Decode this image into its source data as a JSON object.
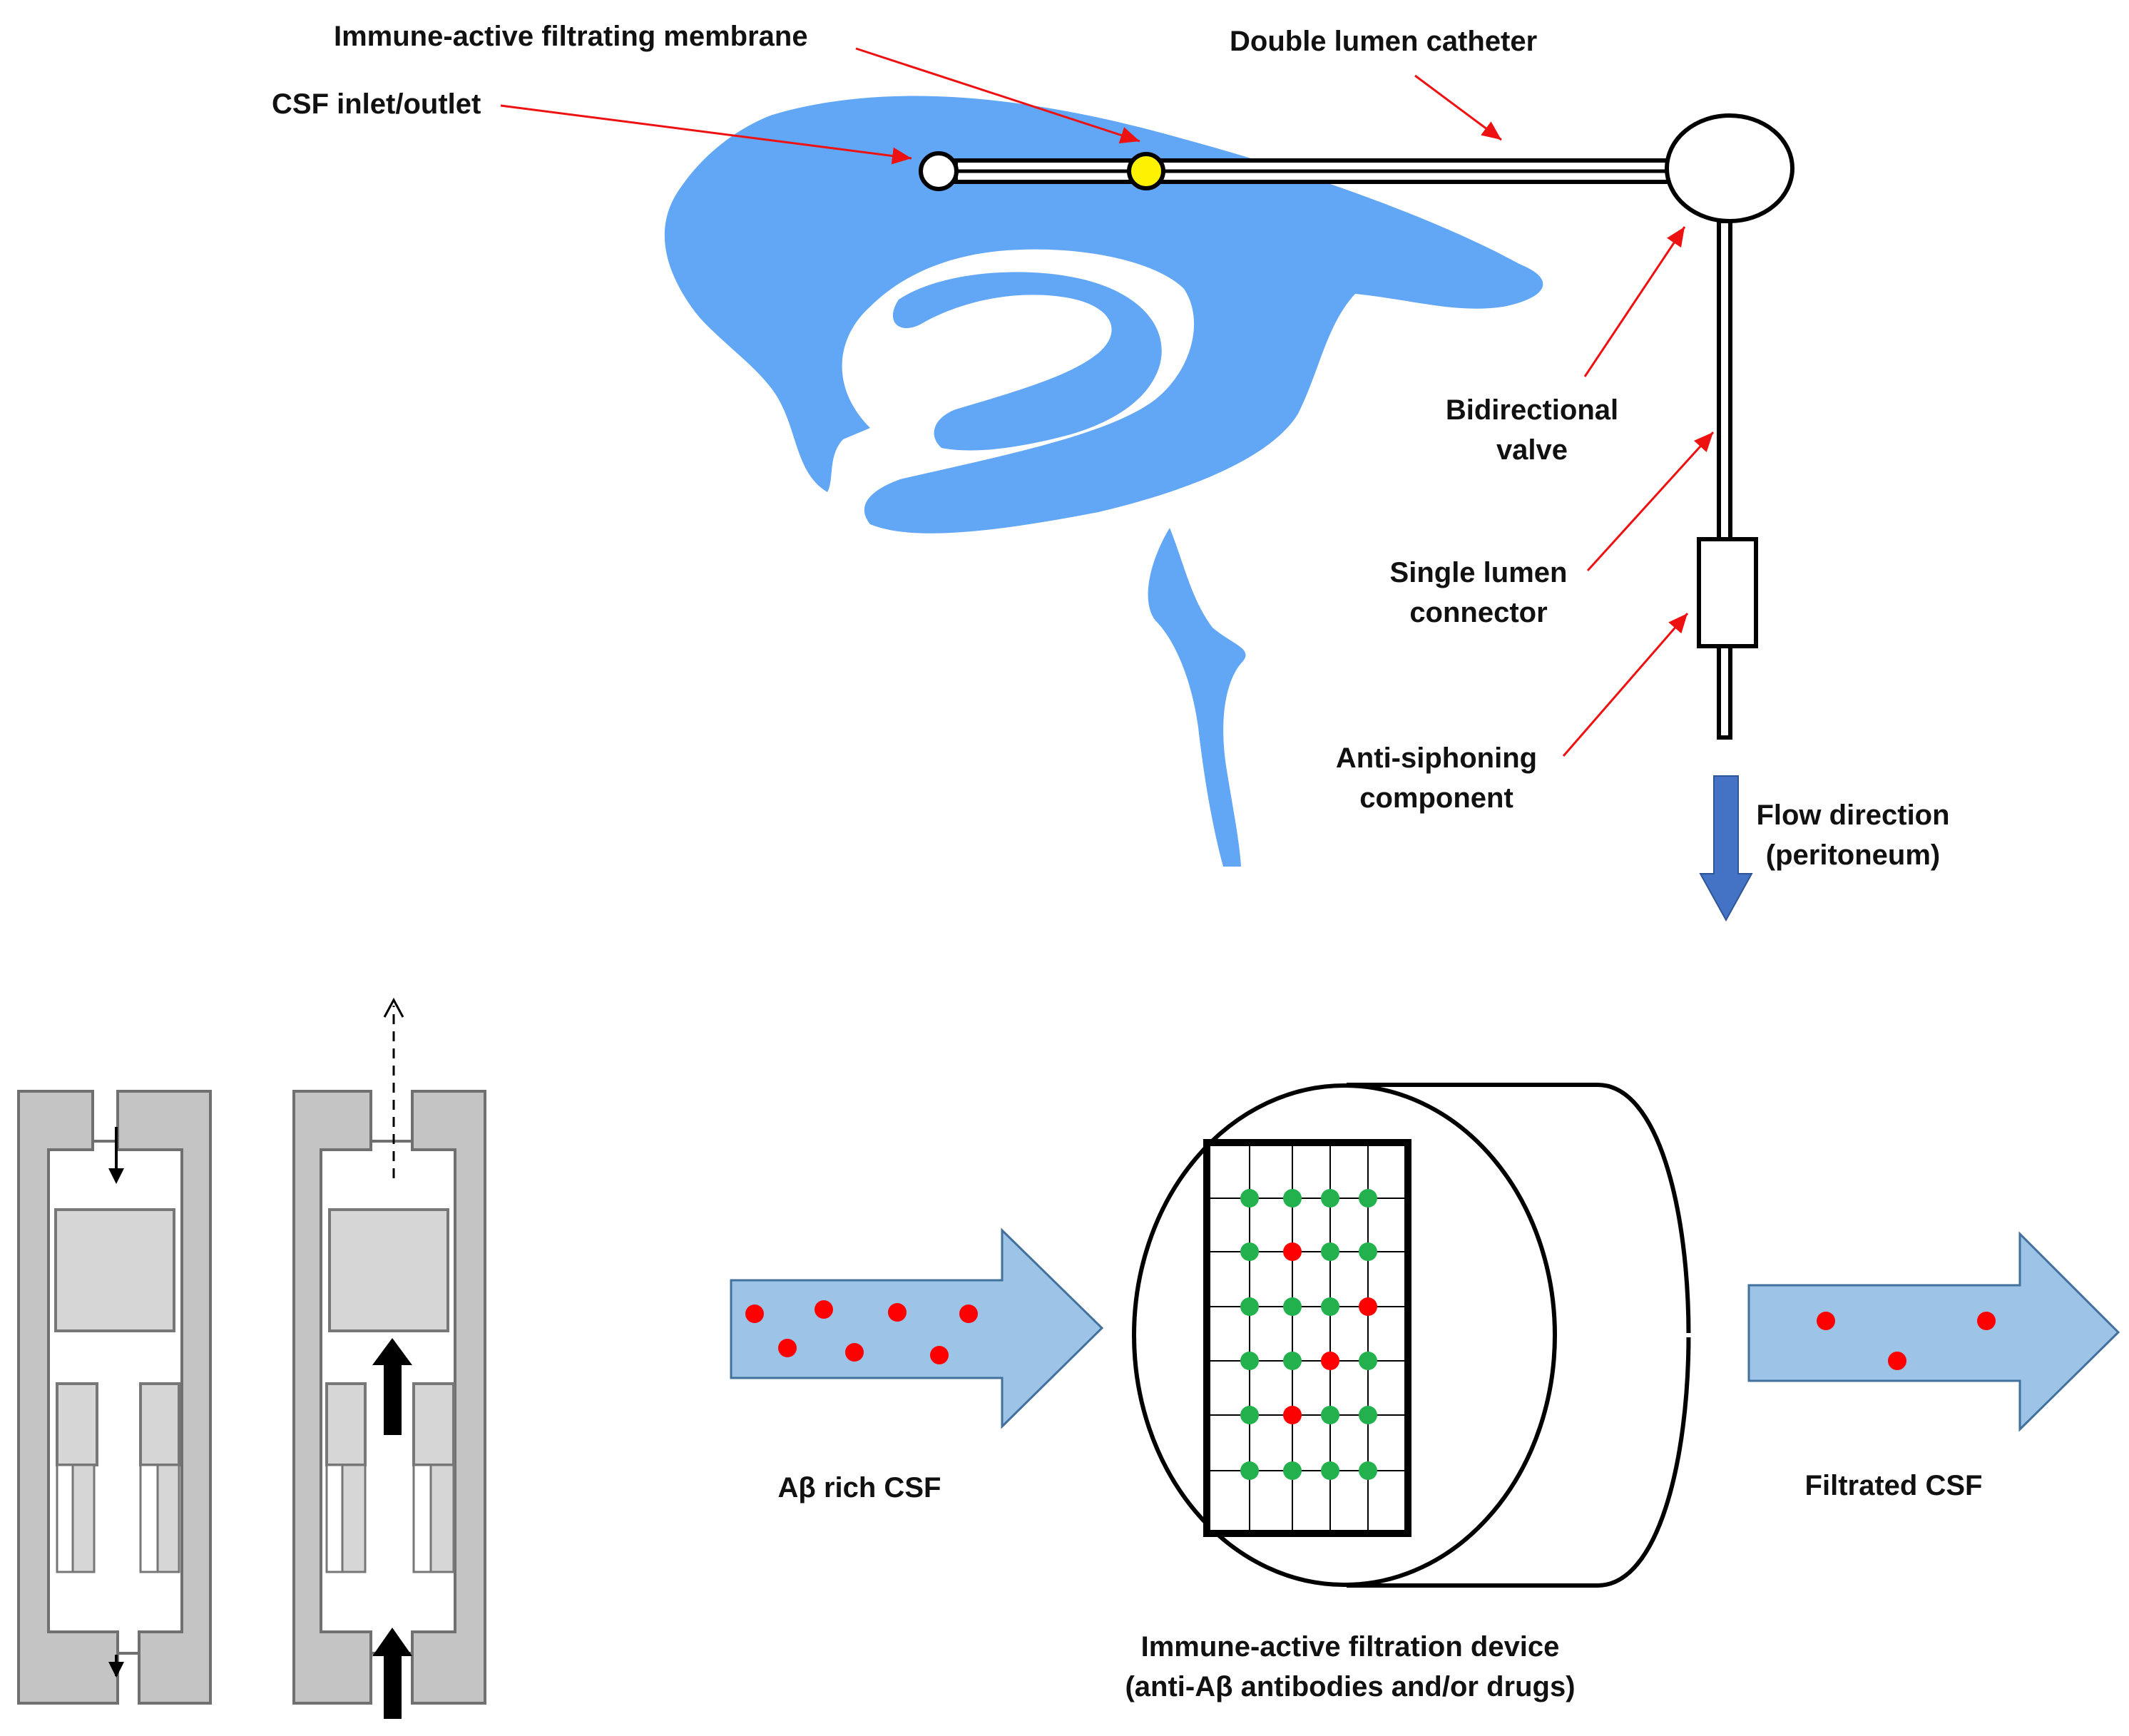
{
  "colors": {
    "ventricle": "#62a6f6",
    "pointer": "#ee1111",
    "membrane": "#fff200",
    "flow_arrow": "#4472c4",
    "stream": "#9dc3e6",
    "stream_edge": "#41719c",
    "abeta": "#ff0000",
    "antibody": "#22b14c",
    "valve_body": "#c4c4c4",
    "valve_block": "#d6d6d6"
  },
  "shunt_labels": {
    "membrane": "Immune-active filtrating membrane",
    "inlet": "CSF inlet/outlet",
    "catheter": "Double lumen catheter",
    "valve": [
      "Bidirectional",
      "valve"
    ],
    "connector": [
      "Single lumen",
      "connector"
    ],
    "antisiphon": [
      "Anti-siphoning",
      "component"
    ],
    "flow": [
      "Flow direction",
      "(peritoneum)"
    ]
  },
  "filtration_labels": {
    "input": "Aβ rich CSF",
    "output": "Filtrated CSF",
    "device": [
      "Immune-active filtration device",
      "(anti-Aβ antibodies and/or drugs)"
    ]
  },
  "filter_grid": [
    [
      "green",
      "green",
      "green",
      "green"
    ],
    [
      "green",
      "red",
      "green",
      "green"
    ],
    [
      "green",
      "green",
      "green",
      "red"
    ],
    [
      "green",
      "green",
      "red",
      "green"
    ],
    [
      "green",
      "red",
      "green",
      "green"
    ],
    [
      "green",
      "green",
      "green",
      "green"
    ]
  ]
}
